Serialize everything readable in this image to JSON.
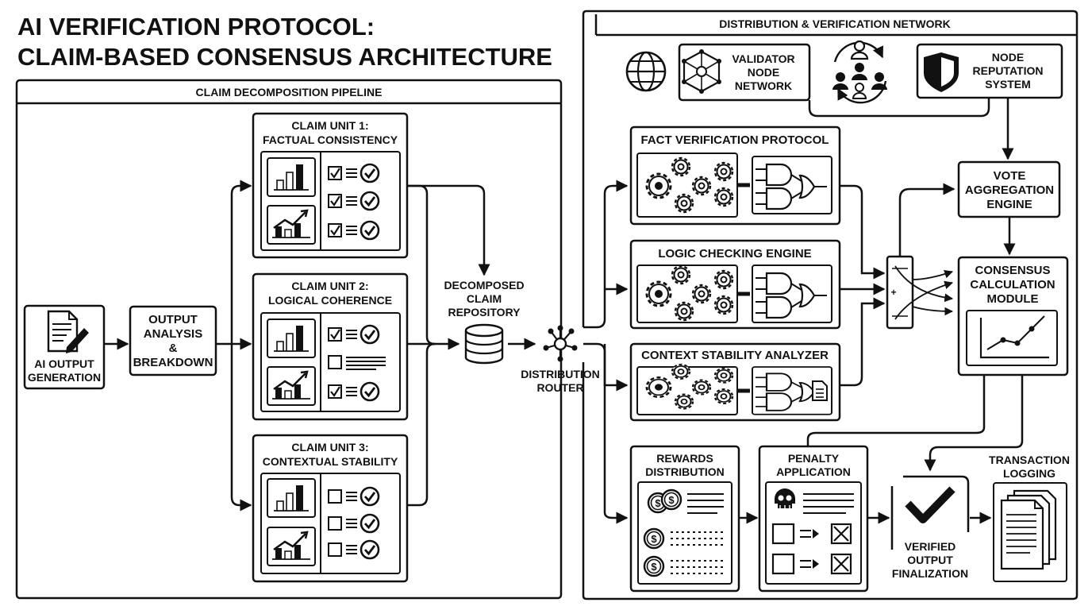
{
  "title": {
    "line1": "AI VERIFICATION PROTOCOL:",
    "line2": "CLAIM-BASED CONSENSUS ARCHITECTURE"
  },
  "pipeline": {
    "header": "CLAIM DECOMPOSITION PIPELINE",
    "ai_output": {
      "line1": "AI OUTPUT",
      "line2": "GENERATION"
    },
    "analysis": {
      "line1": "OUTPUT",
      "line2": "ANALYSIS",
      "line3": "&",
      "line4": "BREAKDOWN"
    },
    "claim_units": [
      {
        "line1": "CLAIM UNIT 1:",
        "line2": "FACTUAL CONSISTENCY"
      },
      {
        "line1": "CLAIM UNIT 2:",
        "line2": "LOGICAL COHERENCE"
      },
      {
        "line1": "CLAIM UNIT 3:",
        "line2": "CONTEXTUAL STABILITY"
      }
    ],
    "repository": {
      "line1": "DECOMPOSED",
      "line2": "CLAIM",
      "line3": "REPOSITORY"
    },
    "router": {
      "line1": "DISTRIBUTION",
      "line2": "ROUTER"
    }
  },
  "network": {
    "header": "DISTRIBUTION & VERIFICATION NETWORK",
    "validator": {
      "line1": "VALIDATOR",
      "line2": "NODE",
      "line3": "NETWORK"
    },
    "reputation": {
      "line1": "NODE",
      "line2": "REPUTATION",
      "line3": "SYSTEM"
    },
    "protocols": [
      "FACT VERIFICATION PROTOCOL",
      "LOGIC CHECKING ENGINE",
      "CONTEXT STABILITY ANALYZER"
    ],
    "vote": {
      "line1": "VOTE",
      "line2": "AGGREGATION",
      "line3": "ENGINE"
    },
    "consensus": {
      "line1": "CONSENSUS",
      "line2": "CALCULATION",
      "line3": "MODULE"
    },
    "rewards": {
      "line1": "REWARDS",
      "line2": "DISTRIBUTION"
    },
    "penalty": {
      "line1": "PENALTY",
      "line2": "APPLICATION"
    },
    "verified": {
      "line1": "VERIFIED",
      "line2": "OUTPUT",
      "line3": "FINALIZATION"
    },
    "logging": {
      "line1": "TRANSACTION",
      "line2": "LOGGING"
    }
  },
  "icons": [
    "document-pencil-icon",
    "bar-chart-icon",
    "checklist-icon",
    "database-icon",
    "router-hub-icon",
    "globe-icon",
    "network-node-icon",
    "people-circle-icon",
    "shield-icon",
    "gears-icon",
    "logic-gate-icon",
    "line-chart-icon",
    "coin-icon",
    "skull-icon",
    "checkmark-icon",
    "stacked-documents-icon",
    "switch-icon"
  ]
}
